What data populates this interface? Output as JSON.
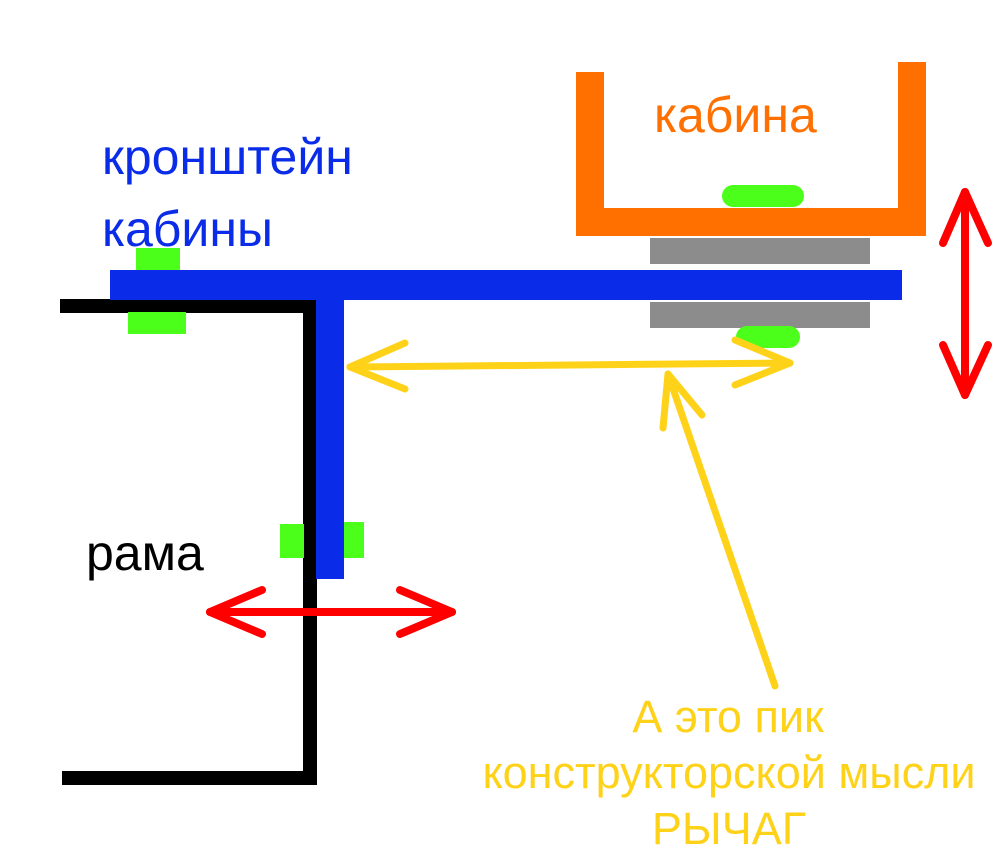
{
  "labels": {
    "cabin": "кабина",
    "bracket_line1": "кронштейн",
    "bracket_line2": "кабины",
    "frame": "рама",
    "lever_line1": "А это пик",
    "lever_line2": "конструкторской мысли",
    "lever_line3": "РЫЧАГ"
  },
  "colors": {
    "cabin": "#ff7000",
    "bracket": "#0a2ce8",
    "frame": "#000000",
    "cushion": "#8c8c8c",
    "bolt": "#4cff1a",
    "movement_arrow": "#ff0000",
    "lever_arrow": "#ffd21a",
    "background": "#ffffff"
  }
}
